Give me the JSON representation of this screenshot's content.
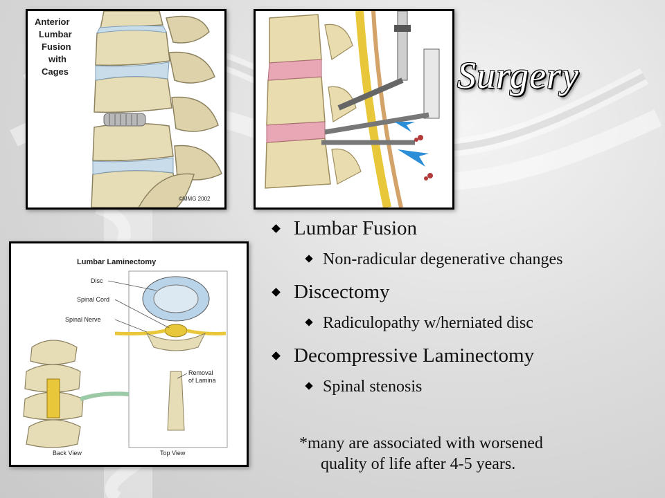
{
  "slide": {
    "title": "Surgery"
  },
  "images": {
    "fusion": {
      "caption_lines": [
        "Anterior",
        "Lumbar",
        "Fusion",
        "with",
        "Cages"
      ],
      "copyright": "©MMG 2002"
    },
    "laminectomy": {
      "title": "Lumbar Laminectomy",
      "labels": {
        "disc": "Disc",
        "spinal_cord": "Spinal Cord",
        "spinal_nerve": "Spinal Nerve",
        "removal_line1": "Removal",
        "removal_line2": "of Lamina",
        "back_view": "Back View",
        "top_view": "Top View"
      }
    }
  },
  "bullets": [
    {
      "text": "Lumbar Fusion",
      "sub": [
        "Non-radicular degenerative changes"
      ]
    },
    {
      "text": "Discectomy",
      "sub": [
        "Radiculopathy w/herniated disc"
      ]
    },
    {
      "text": "Decompressive Laminectomy",
      "sub": [
        "Spinal stenosis"
      ]
    }
  ],
  "note": {
    "line1": "*many are associated with worsened",
    "line2": "quality of life after 4-5 years."
  },
  "colors": {
    "bone": "#e6dcb6",
    "disc_blue": "#b9d3e8",
    "nerve_yellow": "#e8c83a",
    "tissue_pink": "#e8a7b4"
  }
}
